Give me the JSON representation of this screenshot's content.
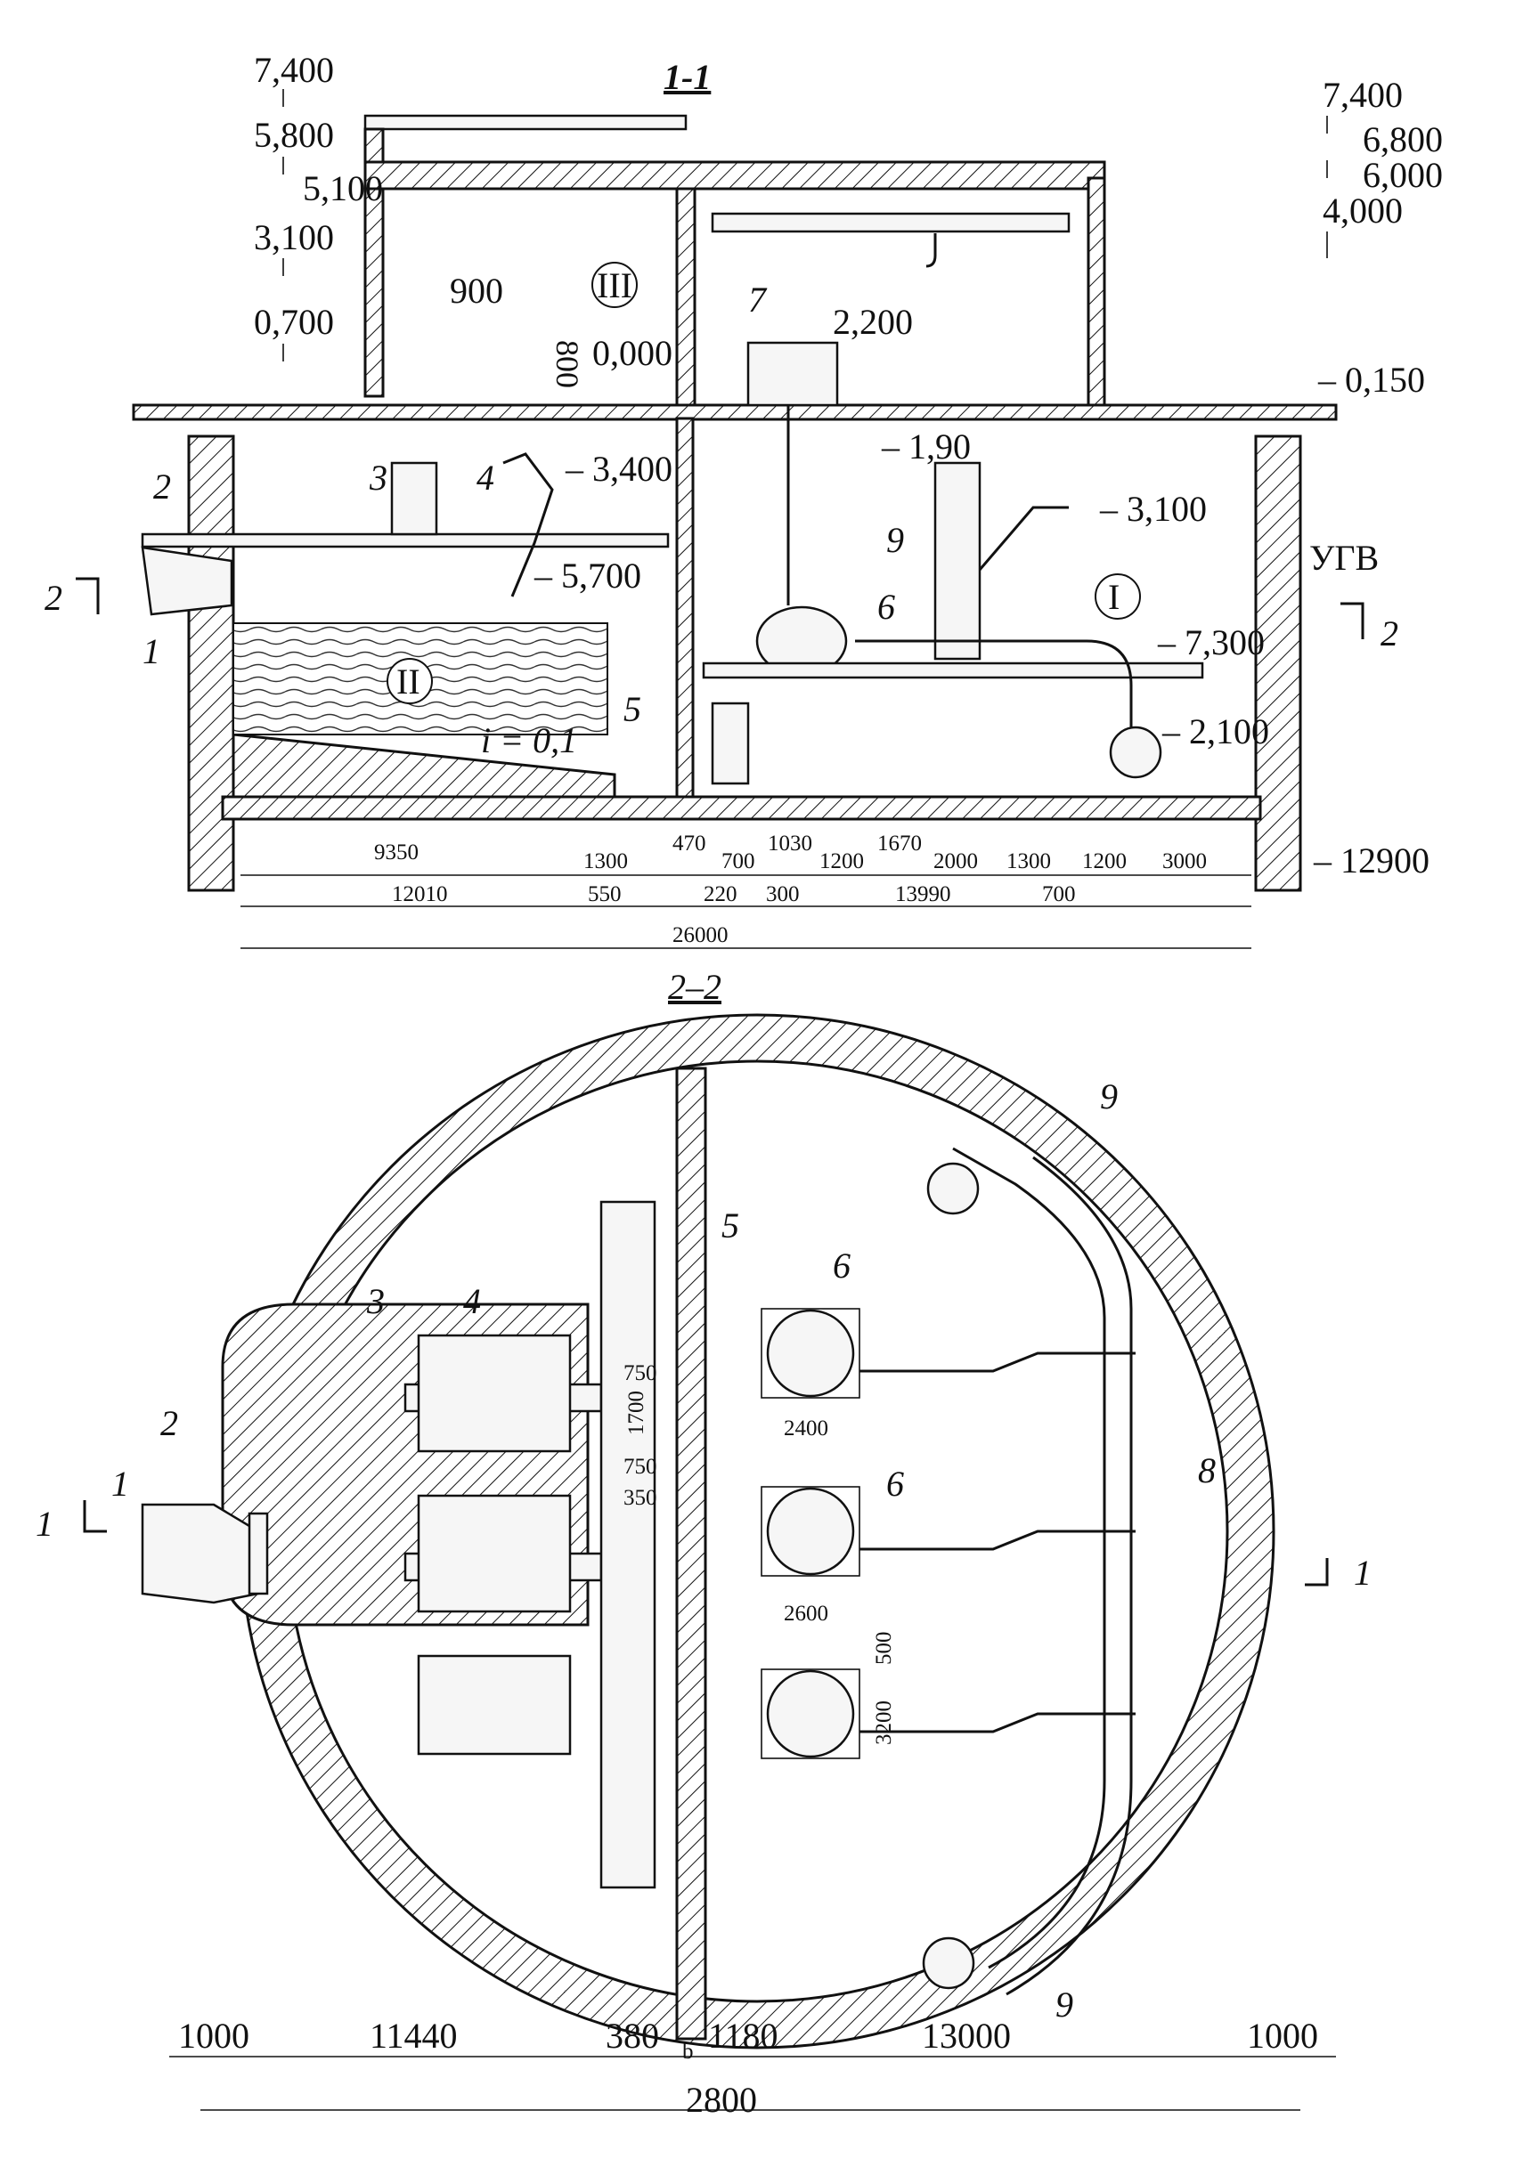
{
  "section_1": {
    "title": "1-1",
    "left_levels": [
      "7,400",
      "5,800",
      "5,100",
      "3,100",
      "0,700"
    ],
    "right_levels": [
      "7,400",
      "6,800",
      "6,000",
      "4,000"
    ],
    "levels": {
      "floor_top": "0,000",
      "ground": "– 0,150",
      "inlet": "– 3,400",
      "water_right": "– 3,100",
      "water_left": "– 5,700",
      "pump_floor": "– 7,300",
      "bottom": "– 12900",
      "pipe_axis": "– 1,90",
      "motor_floor": "2,200",
      "pump_axis": "– 2,100"
    },
    "labels": {
      "width_900": "900",
      "dim_800": "800",
      "ugv": "УГВ",
      "slope": "i = 0,1"
    },
    "rooms": [
      "I",
      "II",
      "III"
    ],
    "numbers": [
      "1",
      "2",
      "3",
      "4",
      "5",
      "6",
      "7",
      "9"
    ],
    "cut_marks": [
      "2",
      "2"
    ],
    "dims_row1": [
      "9350",
      "1300",
      "470",
      "700",
      "1030",
      "1200",
      "1670",
      "2000",
      "1300",
      "1200",
      "3000"
    ],
    "dims_row2": [
      "12010",
      "550",
      "220",
      "300",
      "13990",
      "700"
    ],
    "dims_total": "26000"
  },
  "section_2": {
    "title": "2–2",
    "numbers": [
      "1",
      "2",
      "3",
      "4",
      "5",
      "6",
      "6",
      "8",
      "9",
      "9"
    ],
    "cut_marks": [
      "1",
      "1"
    ],
    "inner_dims": [
      "750",
      "1700",
      "750",
      "350",
      "2400",
      "2600",
      "500",
      "3200"
    ],
    "bottom_dims": [
      "1000",
      "11440",
      "380",
      "1180",
      "13000",
      "1000"
    ],
    "bottom_small": "b",
    "total": "2800"
  }
}
